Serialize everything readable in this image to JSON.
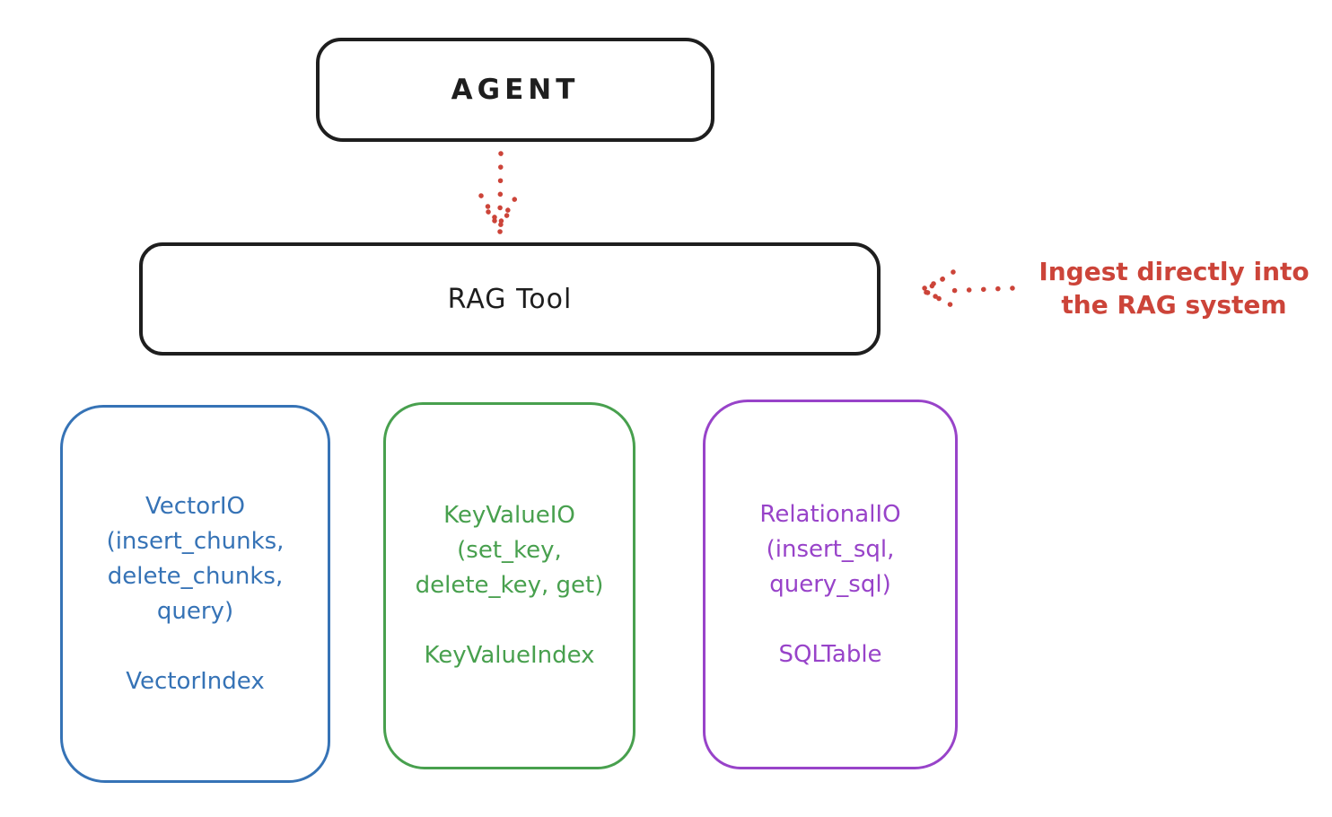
{
  "agent": {
    "label": "AGENT"
  },
  "rag_tool": {
    "label": "RAG Tool"
  },
  "annotation": {
    "line1": "Ingest directly into",
    "line2": "the RAG system"
  },
  "backends": [
    {
      "id": "vector",
      "lines": [
        "VectorIO",
        "(insert_chunks,",
        "delete_chunks,",
        "query)"
      ],
      "index_label": "VectorIndex",
      "color": "#3673b6"
    },
    {
      "id": "keyvalue",
      "lines": [
        "KeyValueIO",
        "(set_key,",
        "delete_key, get)"
      ],
      "index_label": "KeyValueIndex",
      "color": "#48a04e"
    },
    {
      "id": "relational",
      "lines": [
        "RelationalIO",
        "(insert_sql,",
        "query_sql)"
      ],
      "index_label": "SQLTable",
      "color": "#9843c9"
    }
  ],
  "arrows": {
    "agent_to_rag": "dotted-down-arrow",
    "ingest_to_rag": "dotted-left-arrow",
    "color": "#cc4439"
  },
  "colors": {
    "stroke": "#1e1e1e",
    "red": "#cc4439",
    "blue": "#3673b6",
    "green": "#48a04e",
    "purple": "#9843c9",
    "background": "#ffffff"
  }
}
